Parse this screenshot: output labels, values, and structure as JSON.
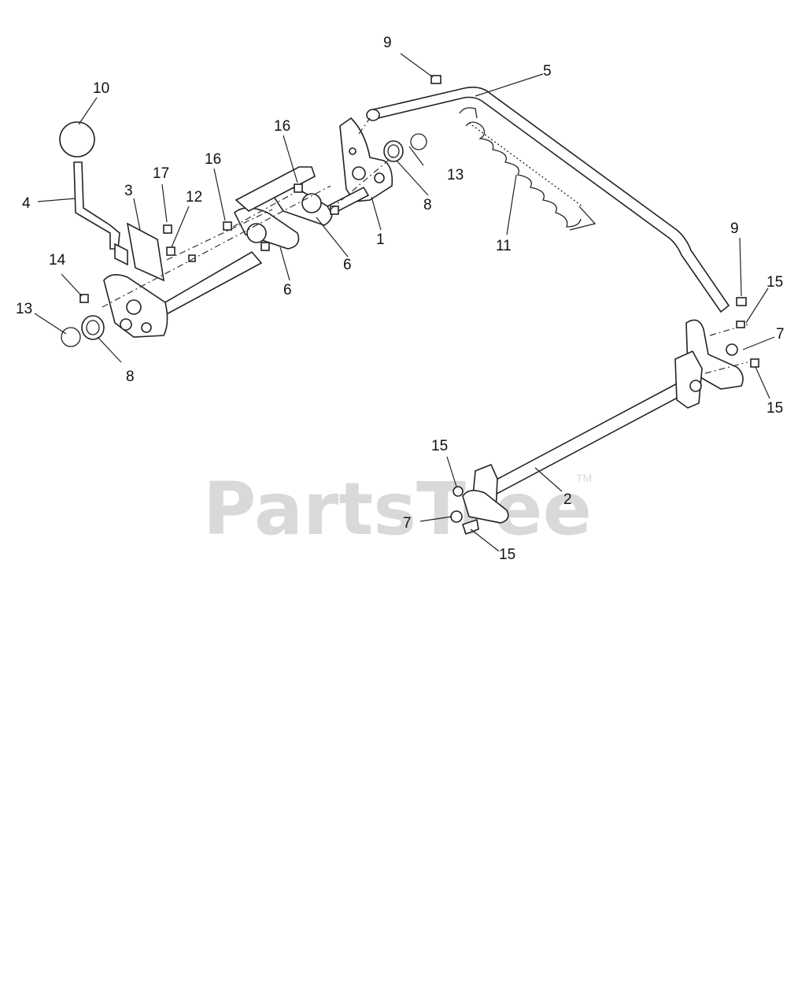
{
  "diagram": {
    "watermark": "PartsTree",
    "trademark": "TM",
    "callouts": {
      "c1": "1",
      "c2": "2",
      "c3": "3",
      "c4": "4",
      "c5": "5",
      "c6a": "6",
      "c6b": "6",
      "c7a": "7",
      "c7b": "7",
      "c8a": "8",
      "c8b": "8",
      "c9a": "9",
      "c9b": "9",
      "c10": "10",
      "c11": "11",
      "c12": "12",
      "c13a": "13",
      "c13b": "13",
      "c14": "14",
      "c15a": "15",
      "c15b": "15",
      "c15c": "15",
      "c15d": "15",
      "c16a": "16",
      "c16b": "16",
      "c17": "17"
    }
  }
}
